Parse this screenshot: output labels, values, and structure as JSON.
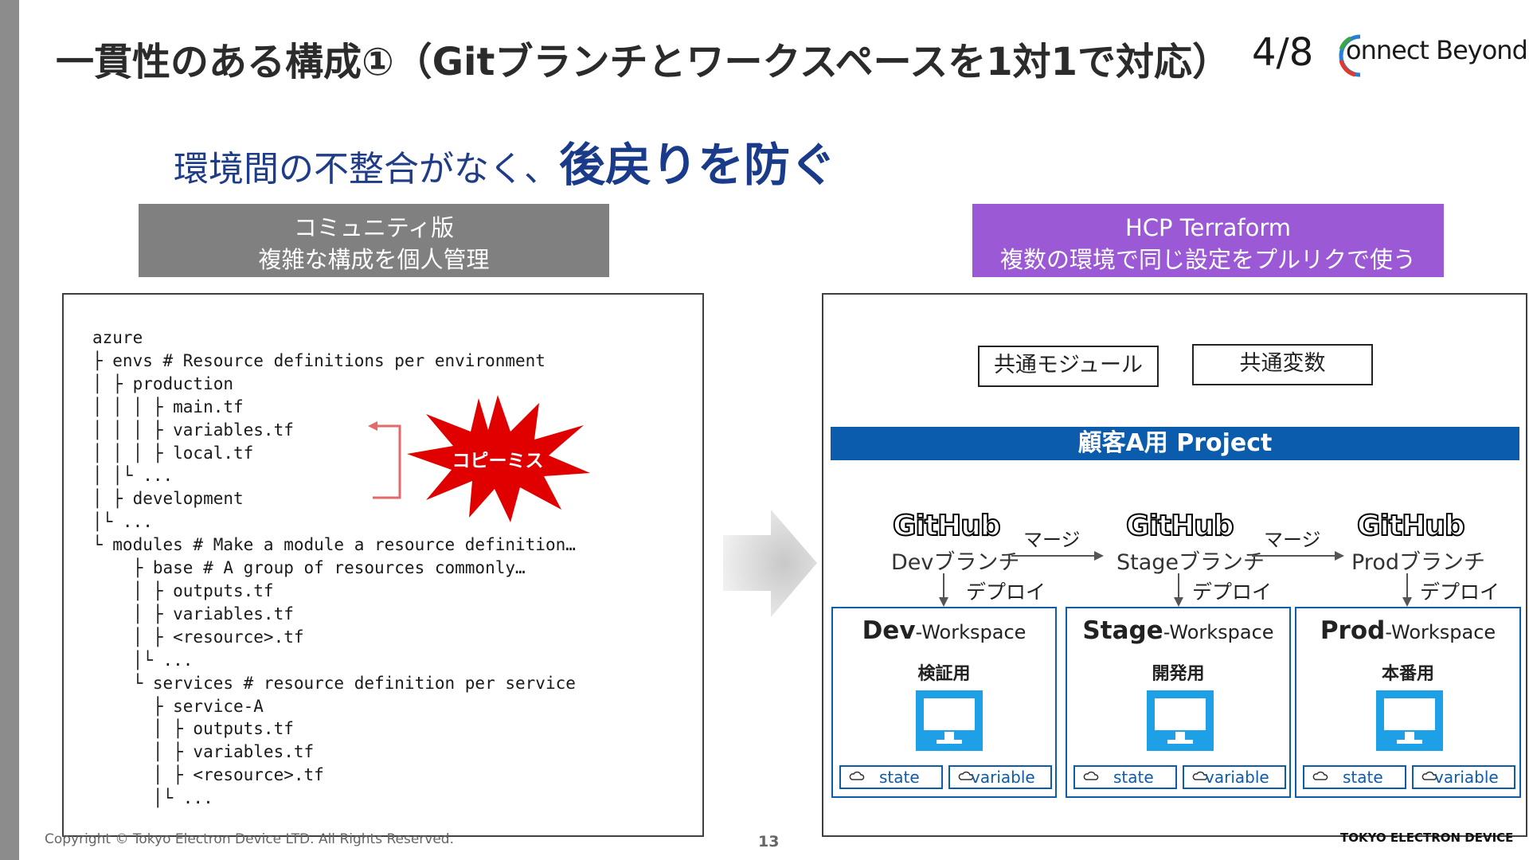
{
  "slide": {
    "title": "一貫性のある構成①（Gitブランチとワークスペースを1対1で対応）",
    "page_indicator": "4/8",
    "logo_text": "onnect Beyond",
    "subtitle_normal": "環境間の不整合がなく、",
    "subtitle_strong": "後戻りを防ぐ"
  },
  "community": {
    "header_line1": "コミュニティ版",
    "header_line2": "複雑な構成を個人管理",
    "code": "azure\n├ envs # Resource definitions per environment\n│ ├ production\n│ │ │ ├ main.tf\n│ │ │ ├ variables.tf\n│ │ │ ├ local.tf\n│ │└ ...\n│ ├ development\n│└ ...\n└ modules # Make a module a resource definition…\n    ├ base # A group of resources commonly…\n    │ ├ outputs.tf\n    │ ├ variables.tf\n    │ ├ <resource>.tf\n    │└ ...\n    └ services # resource definition per service\n      ├ service-A\n      │ ├ outputs.tf\n      │ ├ variables.tf\n      │ ├ <resource>.tf\n      │└ ...",
    "copy_miss_label": "コピーミス"
  },
  "hcp": {
    "header_line1": "HCP Terraform",
    "header_line2": "複数の環境で同じ設定をプルリクで使う",
    "common_module": "共通モジュール",
    "common_vars": "共通変数",
    "project_title": "顧客A用 Project",
    "github_logo": "GitHub",
    "merge_label": "マージ",
    "deploy_label": "デプロイ",
    "branches": [
      {
        "label": "Devブランチ"
      },
      {
        "label": "Stageブランチ"
      },
      {
        "label": "Prodブランチ"
      }
    ],
    "workspaces": [
      {
        "name": "Dev",
        "suffix": "-Workspace",
        "purpose": "検証用",
        "state": "state",
        "variable": "variable"
      },
      {
        "name": "Stage",
        "suffix": "-Workspace",
        "purpose": "開発用",
        "state": "state",
        "variable": "variable"
      },
      {
        "name": "Prod",
        "suffix": "-Workspace",
        "purpose": "本番用",
        "state": "state",
        "variable": "variable"
      }
    ]
  },
  "footer": {
    "copyright": "Copyright © Tokyo Electron Device LTD. All Rights Reserved.",
    "slide_number": "13",
    "company_mark": "TOKYO ELECTRON DEVICE"
  },
  "colors": {
    "community_header": "#808080",
    "hcp_header": "#9b59d6",
    "project_bar": "#0b5cad",
    "burst": "#e00000",
    "monitor": "#1ea0e6"
  }
}
